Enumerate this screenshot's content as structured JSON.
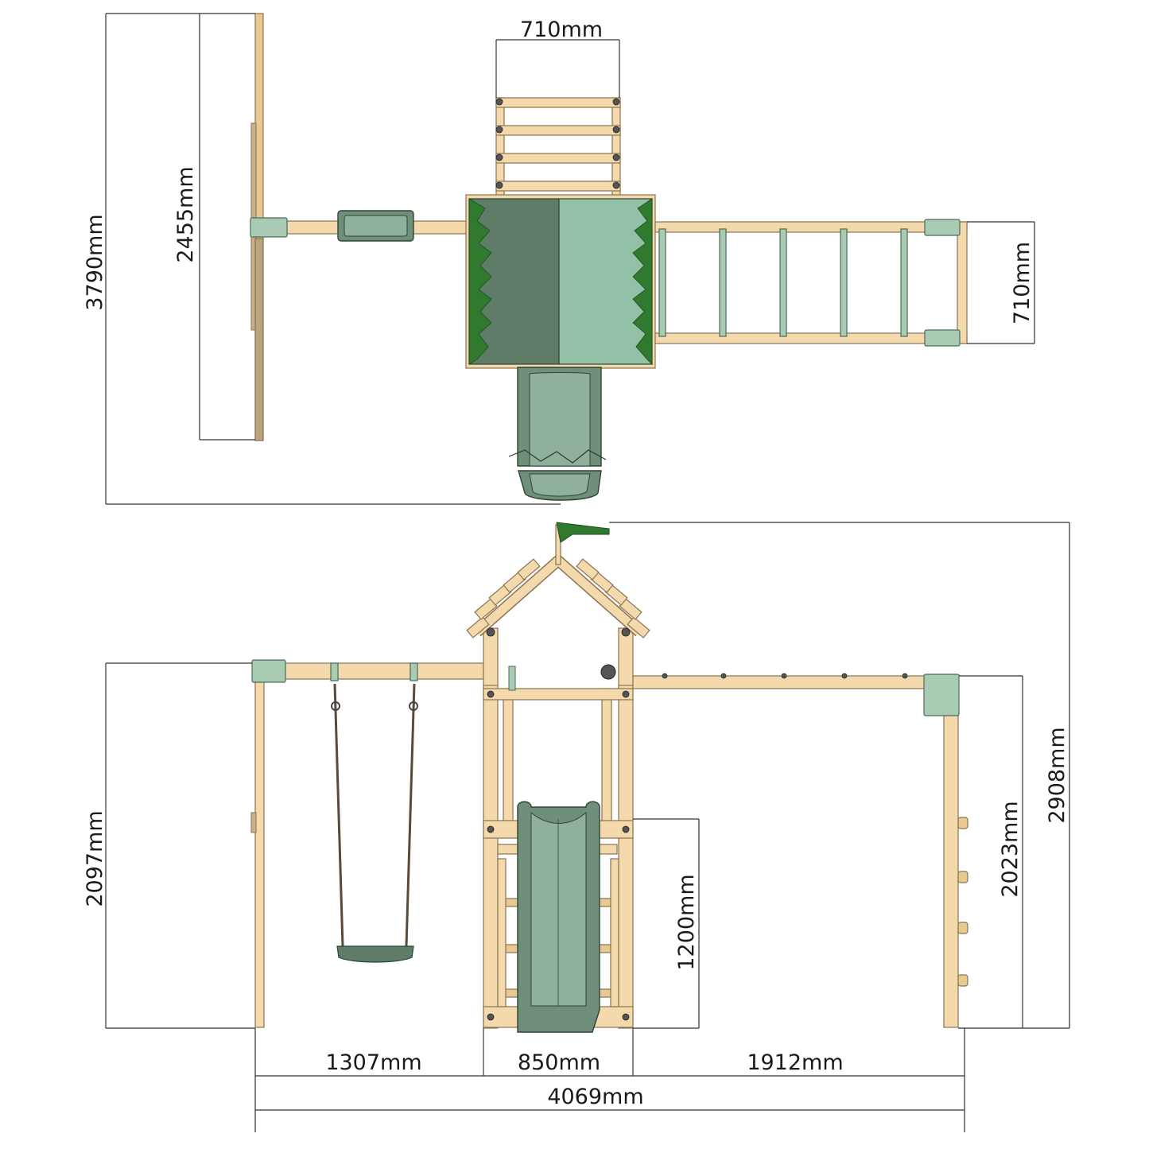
{
  "dimensions": {
    "top_view": {
      "total_depth": "3790mm",
      "swing_beam_width": "2455mm",
      "ladder_width": "710mm",
      "monkey_bar_width": "710mm"
    },
    "side_view": {
      "swing_height": "2097mm",
      "total_height": "2908mm",
      "monkey_bar_height": "2023mm",
      "platform_height": "1200mm",
      "swing_section_length": "1307mm",
      "tower_width": "850mm",
      "monkey_bar_length": "1912mm",
      "total_length": "4069mm"
    }
  },
  "colors": {
    "wood": "#f3d9ac",
    "bracket_green": "#a9cbb4",
    "slide_green": "#6f8f7a",
    "roof_dark": "#5e7c68",
    "roof_light": "#93c1a7",
    "leaf_green": "#2f7a2f",
    "flag_green": "#2f7a2f"
  }
}
